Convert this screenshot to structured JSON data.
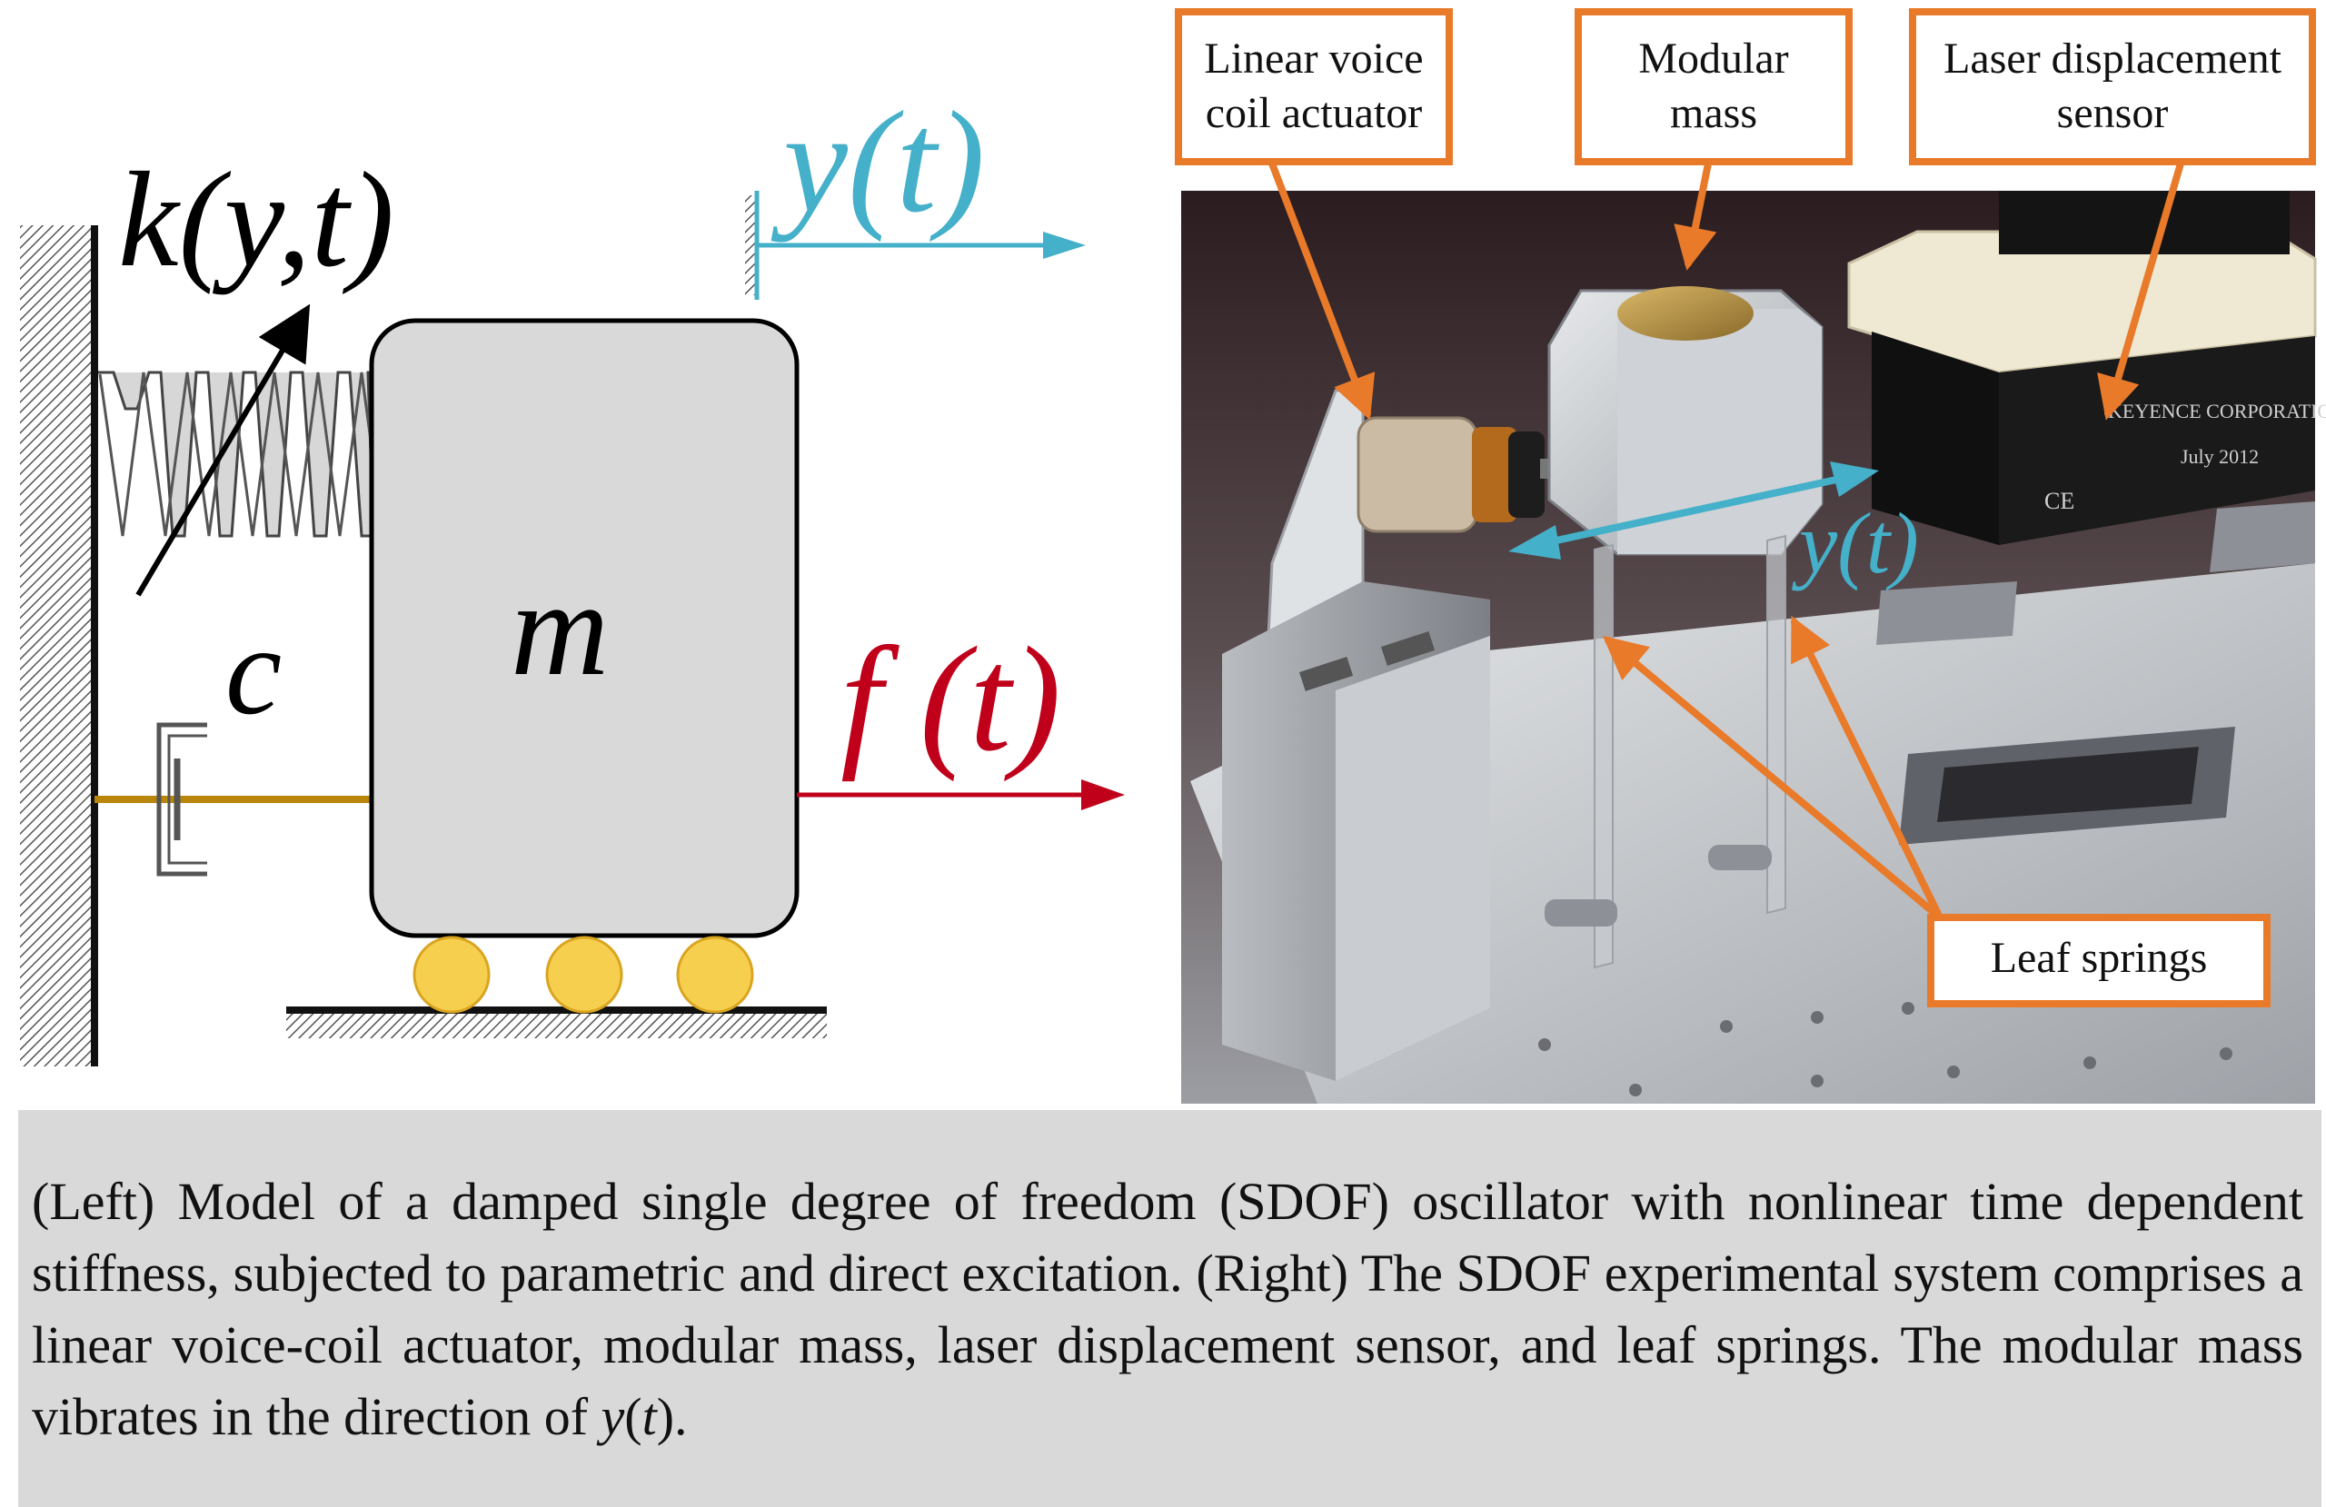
{
  "model": {
    "stiffness_label": "k(y,t)",
    "damping_label": "c",
    "mass_label": "m",
    "displacement_label": "y(t)",
    "force_label": "f (t)"
  },
  "photo": {
    "callouts": {
      "actuator": [
        "Linear voice",
        "coil actuator"
      ],
      "mass": [
        "Modular",
        "mass"
      ],
      "sensor": [
        "Laser displacement",
        "sensor"
      ],
      "springs": "Leaf springs"
    },
    "displacement_label": "y(t)",
    "device_text": [
      "KEYENCE CORPORATION",
      "July 2012",
      "CE"
    ]
  },
  "caption": {
    "part1": "(Left) Model of a damped single degree of freedom (SDOF) oscillator with nonlinear time dependent stiffness, subjected to parametric and direct excitation. (Right) The SDOF experimental system comprises a linear voice-coil actuator, modular mass, laser displacement sensor, and leaf springs. The modular mass vibrates in the direction of ",
    "var": "y",
    "paren_open": "(",
    "var_t": "t",
    "part2": ")."
  },
  "colors": {
    "accent_blue": "#45b0c9",
    "force_red": "#c0001a",
    "callout_orange": "#e87a2a",
    "mass_fill": "#d9d9d9",
    "roller_fill": "#f7cf4f",
    "damper_rod": "#b8860b"
  }
}
